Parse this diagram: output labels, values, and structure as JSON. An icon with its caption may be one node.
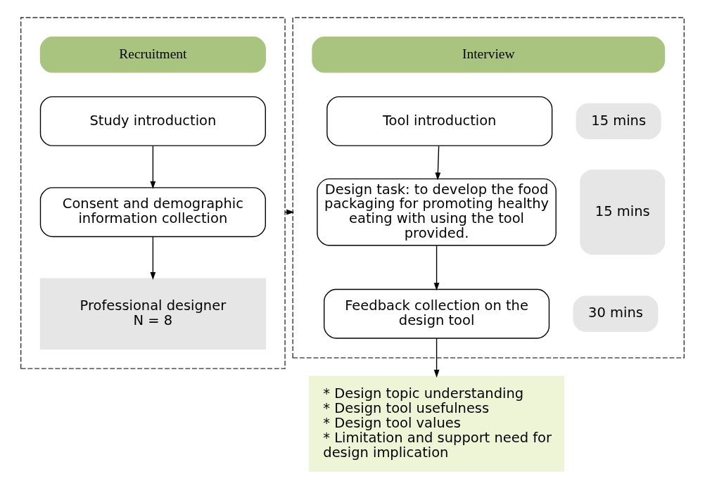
{
  "diagram": {
    "nodes": [
      {
        "text": [],
        "shape": "box"
      },
      {
        "text": [
          "Recruitment"
        ],
        "in": 0
      },
      {
        "text": [
          "Study introduction"
        ],
        "in": 0
      },
      {
        "text": [
          "Consent and demographic information collection"
        ],
        "in": 0
      },
      {
        "text": [
          "Professional designer",
          "N = 8"
        ],
        "in": 0
      },
      {
        "text": [],
        "shape": "box"
      },
      {
        "text": [
          "Interview"
        ],
        "in": 5
      },
      {
        "text": [
          "Tool introduction"
        ],
        "in": 5
      },
      {
        "text": [
          "15 mins"
        ],
        "in": 5
      },
      {
        "text": [
          "Design task: to develop the food packaging for promoting healthy eating with using the tool provided."
        ],
        "in": 5
      },
      {
        "text": [
          "15 mins"
        ],
        "in": 5
      },
      {
        "text": [
          "Feedback collection on the design tool"
        ],
        "in": 5
      },
      {
        "text": [
          "30 mins"
        ],
        "in": 5
      },
      {
        "text": [
          "* Design topic understanding",
          "* Design tool usefulness",
          "* Design tool values",
          "* Limitation and support need for design implication"
        ]
      }
    ],
    "edges": [
      {
        "from": 2,
        "to": 3,
        "arrow": "to"
      },
      {
        "from": 3,
        "to": 4,
        "arrow": "to"
      },
      {
        "from": 0,
        "to": 5,
        "arrow": "to"
      },
      {
        "from": 7,
        "to": 9,
        "arrow": "to"
      },
      {
        "from": 9,
        "to": 11,
        "arrow": "to"
      },
      {
        "from": 11,
        "to": 13,
        "arrow": "to"
      }
    ]
  }
}
